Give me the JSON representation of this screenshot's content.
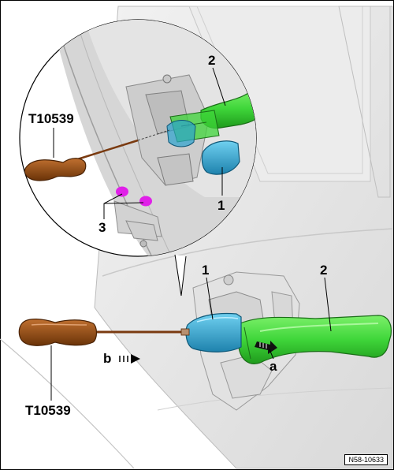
{
  "diagram": {
    "labels": {
      "item_1_detail": "1",
      "item_2_detail": "2",
      "item_3_detail": "3",
      "tool_detail": "T10539",
      "item_1_main": "1",
      "item_2_main": "2",
      "tool_main": "T10539",
      "arrow_a": "a",
      "arrow_b": "b"
    },
    "reference": "N58-10633",
    "colors": {
      "handle_green": "#3fd63a",
      "cap_blue": "#2ba3cf",
      "tool_brown": "#8a4510",
      "marker_magenta": "#e020e8",
      "door_gray": "#e6e6e6"
    }
  }
}
